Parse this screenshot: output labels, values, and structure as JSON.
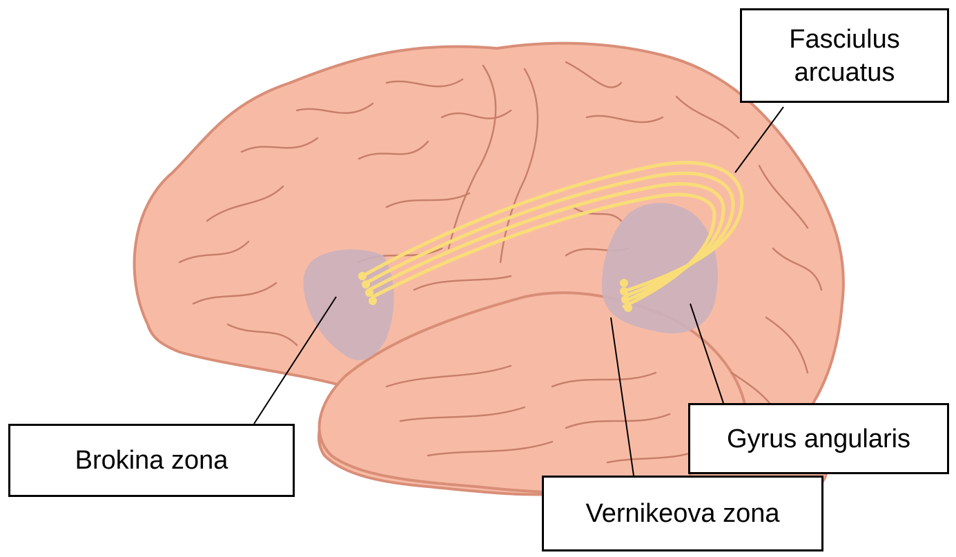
{
  "labels": {
    "fasciculus": "Fasciulus\narcuatus",
    "broca": "Brokina zona",
    "angular": "Gyrus angularis",
    "wernicke": "Vernikeova zona"
  },
  "colors": {
    "brain_fill": "#f7bba5",
    "brain_outline": "#d98e78",
    "sulcus": "#c77f6a",
    "language_area": "#cbb1bc",
    "fiber_tract": "#f9dd78",
    "leader_line": "#000000"
  }
}
